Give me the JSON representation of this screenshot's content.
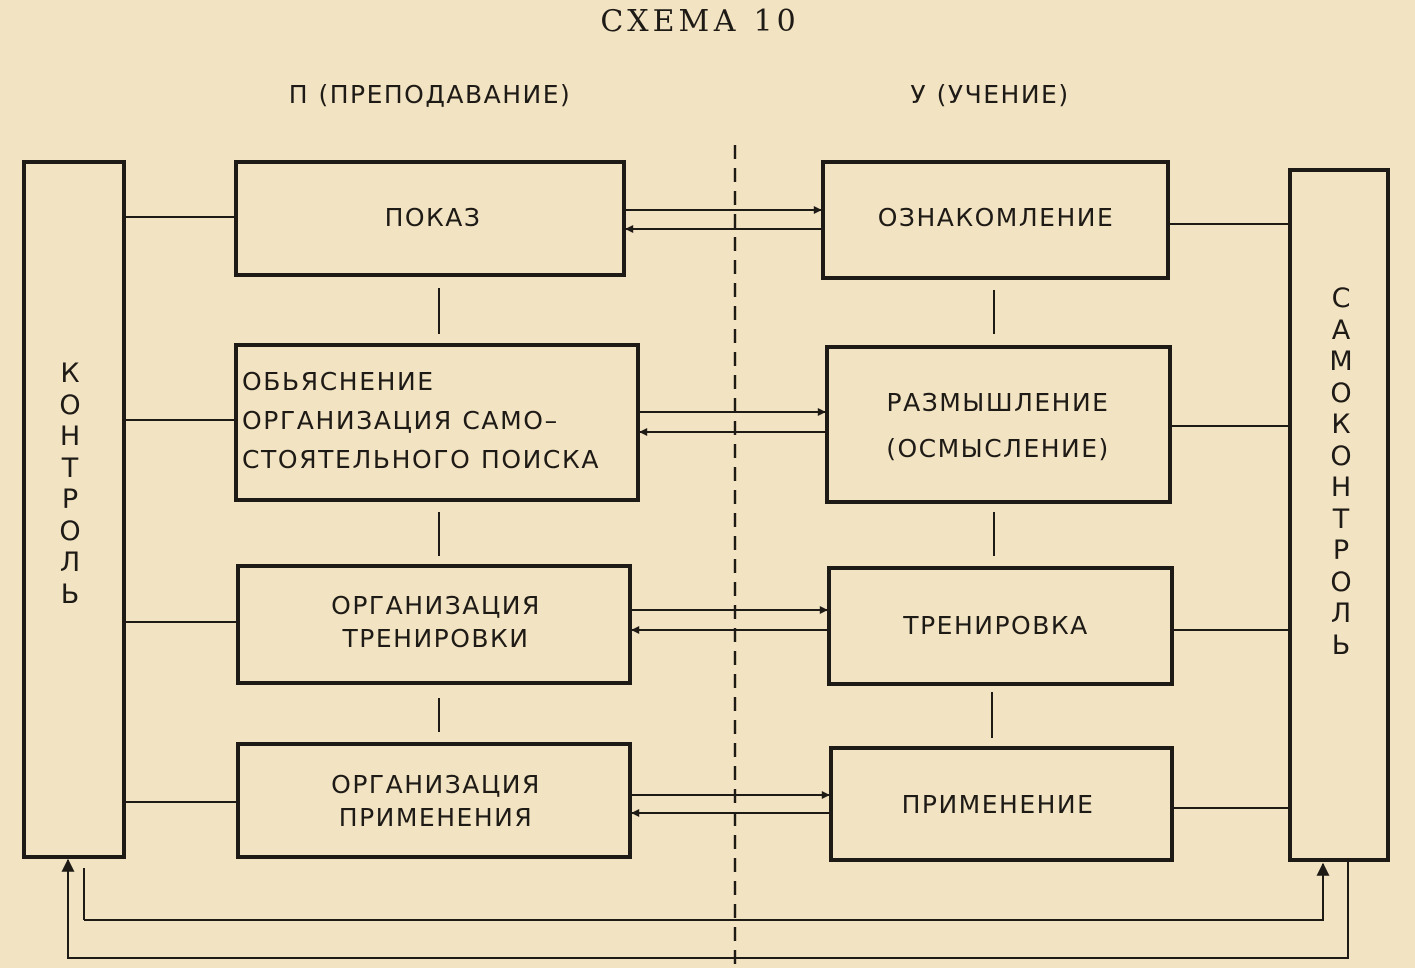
{
  "title": "СХЕМА 10",
  "columns": {
    "left": "П (ПРЕПОДАВАНИЕ)",
    "right": "У (УЧЕНИЕ)"
  },
  "side_bars": {
    "left": "КОНТРОЛЬ",
    "right": "САМОКОНТРОЛЬ"
  },
  "teaching_blocks": [
    {
      "lines": [
        "ПОКАЗ"
      ]
    },
    {
      "lines": [
        "ОБЬЯСНЕНИЕ",
        "ОРГАНИЗАЦИЯ САМО–",
        "СТОЯТЕЛЬНОГО ПОИСКА"
      ]
    },
    {
      "lines": [
        "ОРГАНИЗАЦИЯ",
        "ТРЕНИРОВКИ"
      ]
    },
    {
      "lines": [
        "ОРГАНИЗАЦИЯ",
        "ПРИМЕНЕНИЯ"
      ]
    }
  ],
  "learning_blocks": [
    {
      "lines": [
        "ОЗНАКОМЛЕНИЕ"
      ]
    },
    {
      "lines": [
        "РАЗМЫШЛЕНИЕ",
        "(ОСМЫСЛЕНИЕ)"
      ]
    },
    {
      "lines": [
        "ТРЕНИРОВКА"
      ]
    },
    {
      "lines": [
        "ПРИМЕНЕНИЕ"
      ]
    }
  ]
}
